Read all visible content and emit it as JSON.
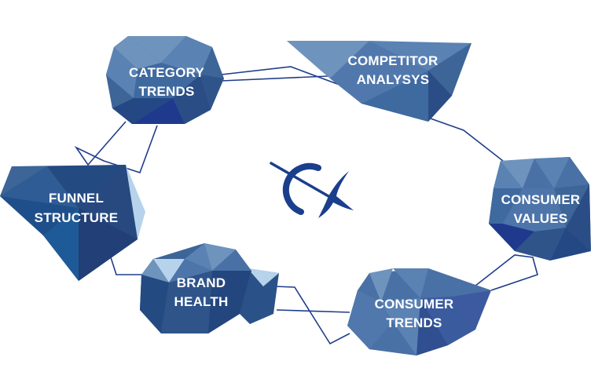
{
  "nodes": [
    {
      "id": "category-trends",
      "label_line1": "CATEGORY",
      "label_line2": "TRENDS"
    },
    {
      "id": "competitor-analysis",
      "label_line1": "COMPETITOR",
      "label_line2": "ANALYSYS"
    },
    {
      "id": "funnel-structure",
      "label_line1": "FUNNEL",
      "label_line2": "STRUCTURE"
    },
    {
      "id": "consumer-values",
      "label_line1": "CONSUMER",
      "label_line2": "VALUES"
    },
    {
      "id": "brand-health",
      "label_line1": "BRAND",
      "label_line2": "HEALTH"
    },
    {
      "id": "consumer-trends",
      "label_line1": "CONSUMER",
      "label_line2": "TRENDS"
    }
  ],
  "colors": {
    "connector": "#1f3d8a",
    "logo": "#1a3f8c",
    "facet_dark": "#1f3f7a",
    "facet_mid": "#3d6598",
    "facet_light": "#6e93bd",
    "facet_pale": "#b7d3ec"
  },
  "center_icon": "logo-mark-icon"
}
